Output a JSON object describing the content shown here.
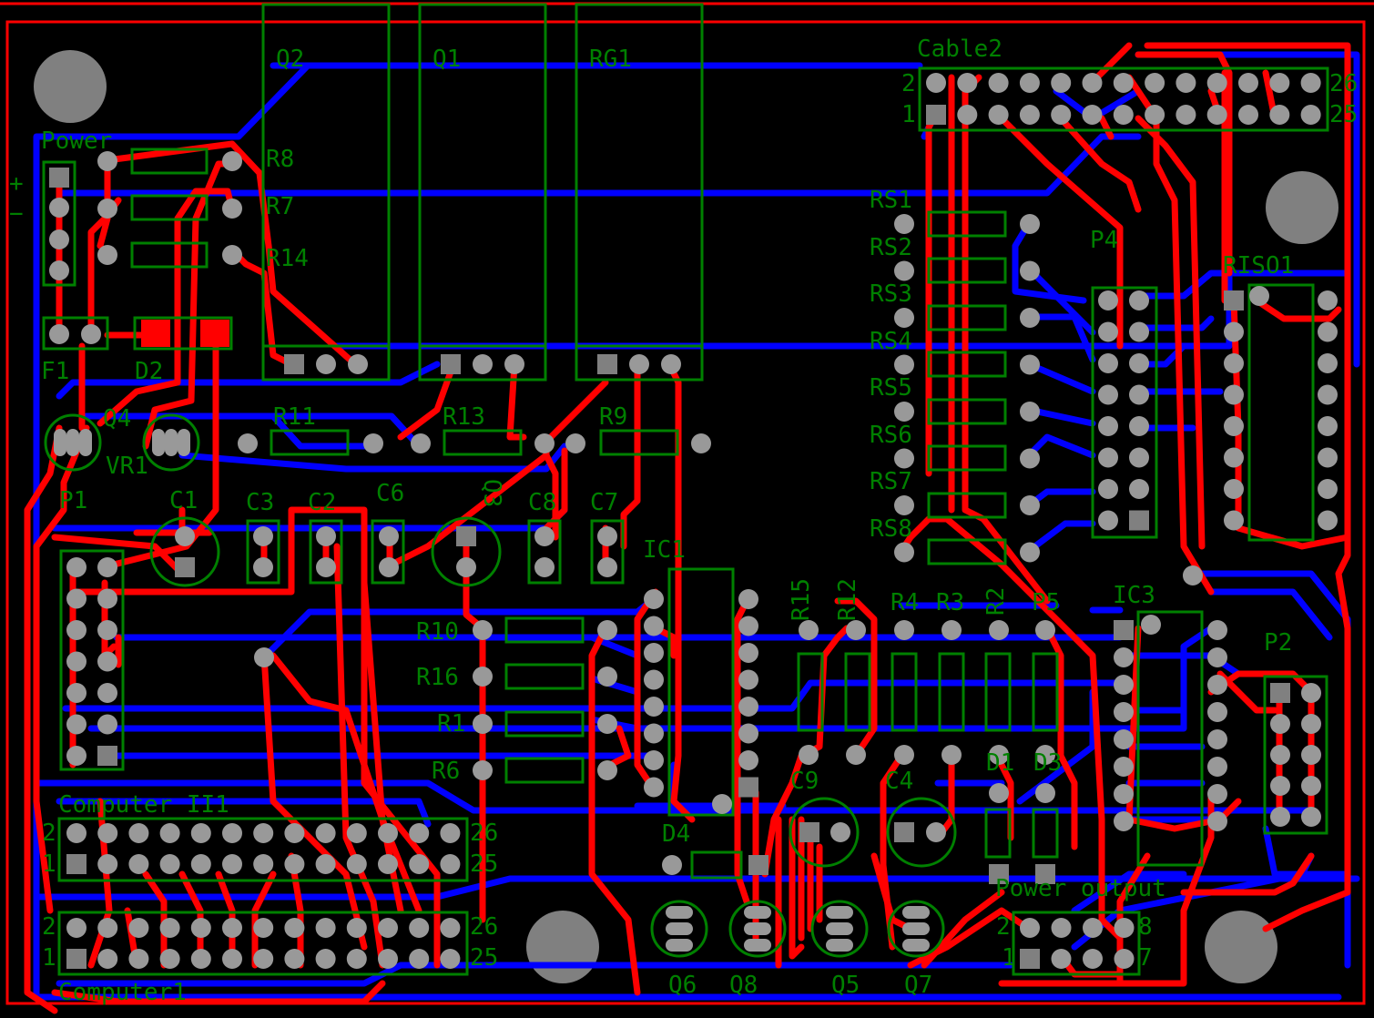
{
  "colors": {
    "background": "#000000",
    "outline": "#ff0000",
    "bottom_trace": "#0000ff",
    "top_trace": "#ff0000",
    "silkscreen": "#008000",
    "pad": "#999999",
    "square_pad": "#808080",
    "hole": "#808080"
  },
  "labels": {
    "Q2": "Q2",
    "Q1": "Q1",
    "RG1": "RG1",
    "Cable2": "Cable2",
    "cable2_pin2": "2",
    "cable2_pin1": "1",
    "cable2_pin26": "26",
    "cable2_pin25": "25",
    "Power": "Power",
    "plus": "+",
    "minus": "−",
    "R8": "R8",
    "R7": "R7",
    "R14": "R14",
    "F1": "F1",
    "D2": "D2",
    "Q4": "Q4",
    "VR1": "VR1",
    "R11": "R11",
    "R13": "R13",
    "R9": "R9",
    "P1": "P1",
    "C1": "C1",
    "C3": "C3",
    "C2": "C2",
    "C6": "C6",
    "Q3": "Q3",
    "C8": "C8",
    "C7": "C7",
    "IC1": "IC1",
    "RS1": "RS1",
    "RS2": "RS2",
    "RS3": "RS3",
    "RS4": "RS4",
    "RS5": "RS5",
    "RS6": "RS6",
    "RS7": "RS7",
    "RS8": "RS8",
    "P4": "P4",
    "RISO1": "RISO1",
    "R15": "R15",
    "R12": "R12",
    "R4": "R4",
    "R3": "R3",
    "R2": "R2",
    "P5": "P5",
    "IC3": "IC3",
    "P2": "P2",
    "R10": "R10",
    "R16": "R16",
    "R1": "R1",
    "R6": "R6",
    "C9": "C9",
    "C4": "C4",
    "D1": "D1",
    "D3": "D3",
    "D4": "D4",
    "ComputerII1": "Computer II1",
    "Computer1": "Computer1",
    "pin2": "2",
    "pin1": "1",
    "pin26": "26",
    "pin25": "25",
    "PowerOutput": "Power output",
    "po_pin2": "2",
    "po_pin1": "1",
    "po_pin8": "8",
    "po_pin7": "7",
    "Q6": "Q6",
    "Q8": "Q8",
    "Q5": "Q5",
    "Q7": "Q7"
  }
}
